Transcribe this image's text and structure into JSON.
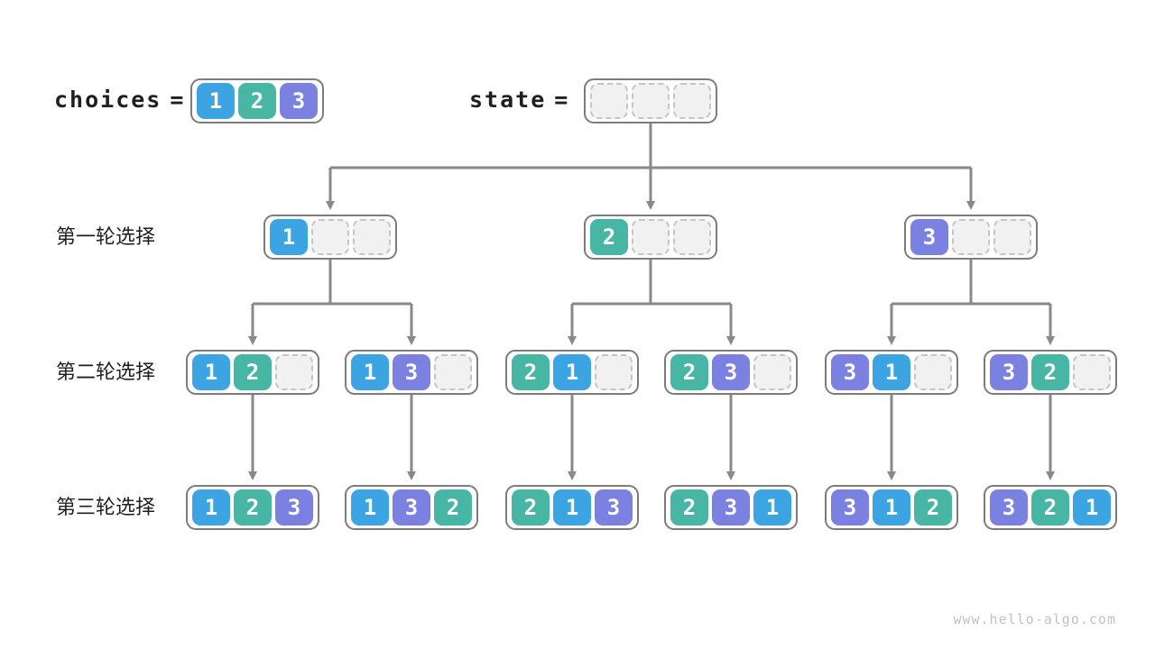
{
  "colors": {
    "c1": "#3DA4E3",
    "c2": "#48B6A4",
    "c3": "#7A81E1"
  },
  "header": {
    "choices_label": "choices",
    "choices_eq": "=",
    "choices_values": [
      1,
      2,
      3
    ],
    "state_label": "state",
    "state_eq": "=",
    "state_values": [
      null,
      null,
      null
    ]
  },
  "rows": [
    {
      "label": "第一轮选择",
      "nodes": [
        [
          1,
          null,
          null
        ],
        [
          2,
          null,
          null
        ],
        [
          3,
          null,
          null
        ]
      ]
    },
    {
      "label": "第二轮选择",
      "nodes": [
        [
          1,
          2,
          null
        ],
        [
          1,
          3,
          null
        ],
        [
          2,
          1,
          null
        ],
        [
          2,
          3,
          null
        ],
        [
          3,
          1,
          null
        ],
        [
          3,
          2,
          null
        ]
      ]
    },
    {
      "label": "第三轮选择",
      "nodes": [
        [
          1,
          2,
          3
        ],
        [
          1,
          3,
          2
        ],
        [
          2,
          1,
          3
        ],
        [
          2,
          3,
          1
        ],
        [
          3,
          1,
          2
        ],
        [
          3,
          2,
          1
        ]
      ]
    }
  ],
  "watermark": "www.hello-algo.com"
}
